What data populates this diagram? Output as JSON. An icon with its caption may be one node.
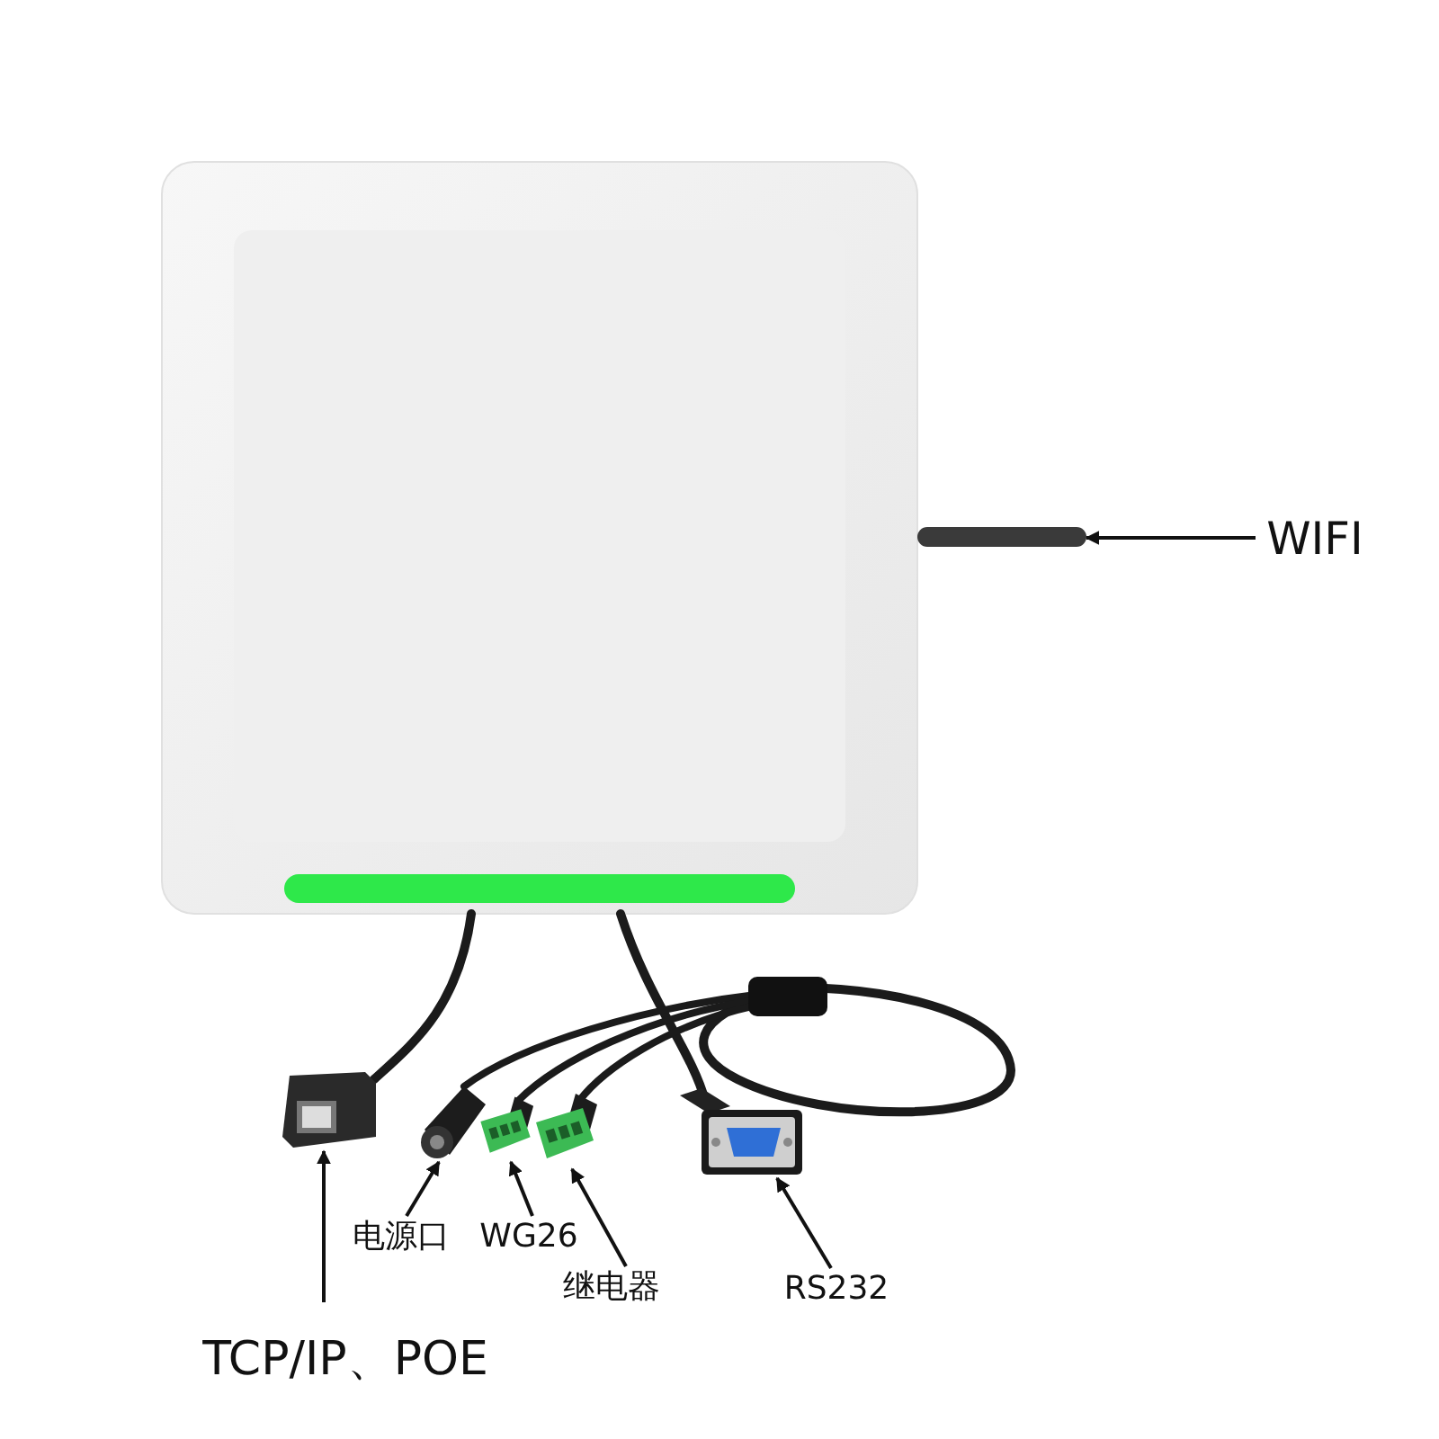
{
  "diagram": {
    "nodes": [
      {
        "text": [],
        "shape": "bar"
      },
      {
        "text": [
          "WIFI"
        ]
      },
      {
        "text": [],
        "shape": "picture"
      },
      {
        "text": [],
        "shape": "picture"
      },
      {
        "text": [],
        "shape": "picture"
      },
      {
        "text": [],
        "shape": "picture"
      },
      {
        "text": [],
        "shape": "picture"
      },
      {
        "text": [
          "电源口"
        ]
      },
      {
        "text": [
          "WG26"
        ]
      },
      {
        "text": [
          "继电器"
        ]
      },
      {
        "text": [
          "RS232"
        ]
      },
      {
        "text": [
          "TCP/IP、POE"
        ]
      }
    ],
    "edges": [
      {
        "from": 1,
        "to": 0,
        "arrow": "to"
      },
      {
        "from": 11,
        "to": 2,
        "arrow": "to"
      },
      {
        "from": 7,
        "to": 3,
        "arrow": "to"
      },
      {
        "from": 8,
        "to": 4,
        "arrow": "to"
      },
      {
        "from": 9,
        "to": 5,
        "arrow": "to"
      },
      {
        "from": 10,
        "to": 6,
        "arrow": "to"
      }
    ]
  }
}
